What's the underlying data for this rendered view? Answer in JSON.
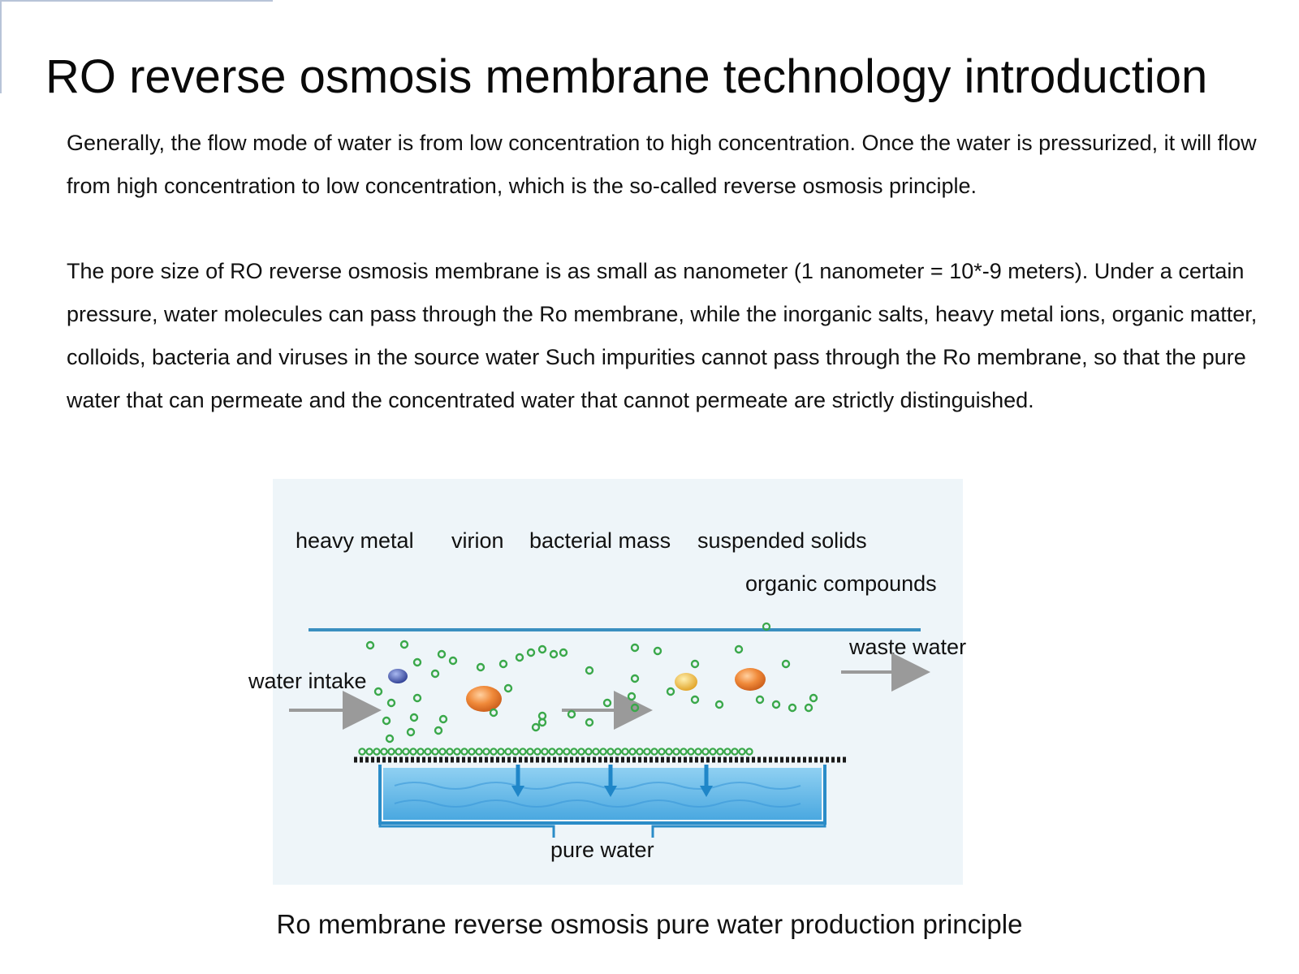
{
  "title": "RO reverse osmosis membrane technology introduction",
  "paragraphs": [
    "Generally, the flow mode of water is from low concentration to high concentration. Once the water is pressurized, it will flow from high concentration to low concentration, which is the so-called reverse osmosis principle.",
    "The pore size of RO reverse osmosis membrane is as small as nanometer (1 nanometer = 10*-9 meters). Under a certain pressure, water molecules can pass through the Ro membrane, while the inorganic salts, heavy metal ions, organic matter, colloids, bacteria and viruses in the source water Such impurities cannot pass through the Ro membrane, so that the pure water that can permeate and the concentrated water that cannot permeate are strictly distinguished."
  ],
  "diagram": {
    "labels": {
      "heavy_metal": "heavy metal",
      "virion": "virion",
      "bacterial_mass": "bacterial mass",
      "suspended_solids": "suspended solids",
      "organic_compounds": "organic compounds",
      "water_intake": "water intake",
      "waste_water": "waste water",
      "pure_water": "pure water"
    },
    "colors": {
      "background": "#eef5f9",
      "top_line": "#3a8fc0",
      "small_particle": "#3aa84a",
      "tank_water": "#5ab4e8",
      "tank_border": "#2a8cc8",
      "arrow": "#9a9a9a",
      "heavy_metal": "#3f55b0",
      "bacterial_mass": "#e8742a",
      "virion": "#f0b830",
      "down_arrow": "#1f86c8"
    }
  },
  "caption": "Ro membrane reverse osmosis pure water production principle"
}
